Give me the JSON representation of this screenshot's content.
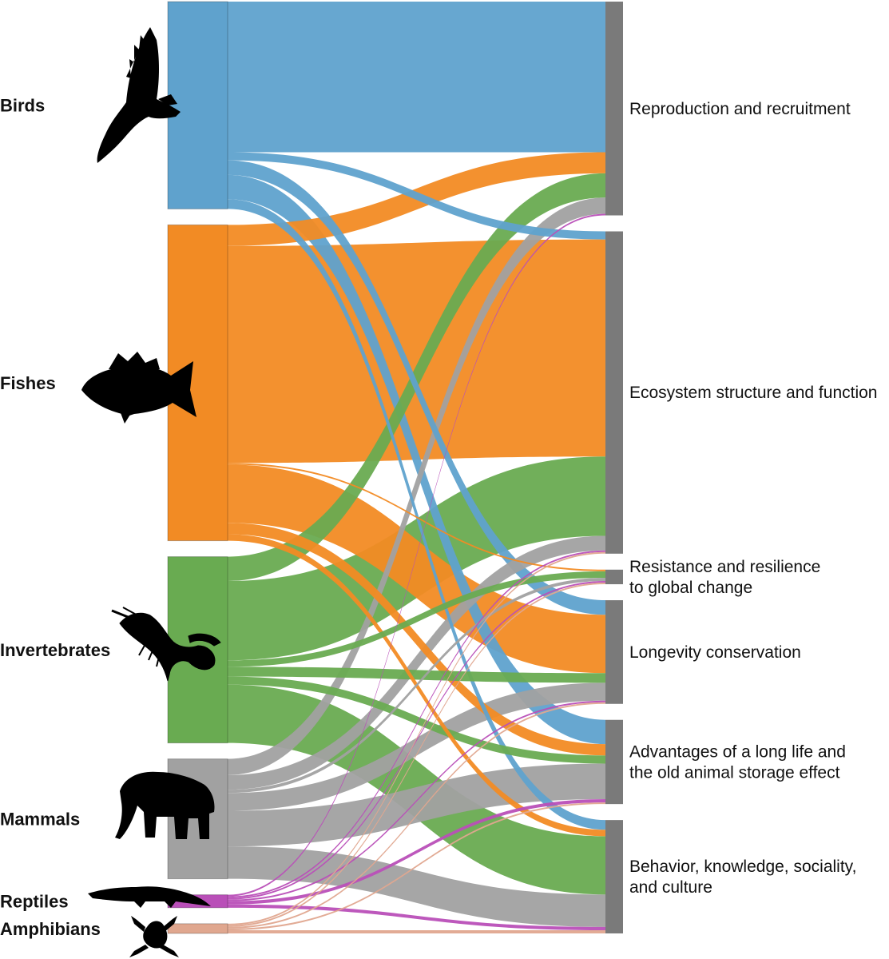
{
  "chart_data": {
    "type": "sankey",
    "sources": [
      {
        "id": "birds",
        "label": "Birds",
        "color": "#5fa2cd",
        "icon": "bird-icon"
      },
      {
        "id": "fishes",
        "label": "Fishes",
        "color": "#f28b24",
        "icon": "fish-icon"
      },
      {
        "id": "invertebrates",
        "label": "Invertebrates",
        "color": "#69ab51",
        "icon": "lobster-icon"
      },
      {
        "id": "mammals",
        "label": "Mammals",
        "color": "#a1a1a1",
        "icon": "elephant-icon"
      },
      {
        "id": "reptiles",
        "label": "Reptiles",
        "color": "#b94fb8",
        "icon": "crocodile-icon"
      },
      {
        "id": "amphibians",
        "label": "Amphibians",
        "color": "#e0a78f",
        "icon": "frog-icon"
      }
    ],
    "targets": [
      {
        "id": "repro",
        "lines": [
          "Reproduction and recruitment"
        ]
      },
      {
        "id": "eco",
        "lines": [
          "Ecosystem structure and function"
        ]
      },
      {
        "id": "resist",
        "lines": [
          "Resistance and resilience",
          "to global change"
        ]
      },
      {
        "id": "longev",
        "lines": [
          "Longevity conservation"
        ]
      },
      {
        "id": "adv",
        "lines": [
          "Advantages of a long life and",
          "the old animal storage effect"
        ]
      },
      {
        "id": "behav",
        "lines": [
          "Behavior, knowledge, sociality,",
          "and culture"
        ]
      }
    ],
    "links": [
      {
        "source": "birds",
        "target": "repro",
        "value": 186
      },
      {
        "source": "birds",
        "target": "eco",
        "value": 10
      },
      {
        "source": "birds",
        "target": "longev",
        "value": 18
      },
      {
        "source": "birds",
        "target": "adv",
        "value": 30
      },
      {
        "source": "birds",
        "target": "behav",
        "value": 12
      },
      {
        "source": "fishes",
        "target": "repro",
        "value": 26
      },
      {
        "source": "fishes",
        "target": "eco",
        "value": 268
      },
      {
        "source": "fishes",
        "target": "resist",
        "value": 2
      },
      {
        "source": "fishes",
        "target": "longev",
        "value": 72
      },
      {
        "source": "fishes",
        "target": "adv",
        "value": 14
      },
      {
        "source": "fishes",
        "target": "behav",
        "value": 8
      },
      {
        "source": "invertebrates",
        "target": "repro",
        "value": 30
      },
      {
        "source": "invertebrates",
        "target": "eco",
        "value": 98
      },
      {
        "source": "invertebrates",
        "target": "resist",
        "value": 8
      },
      {
        "source": "invertebrates",
        "target": "longev",
        "value": 12
      },
      {
        "source": "invertebrates",
        "target": "adv",
        "value": 10
      },
      {
        "source": "invertebrates",
        "target": "behav",
        "value": 72
      },
      {
        "source": "mammals",
        "target": "repro",
        "value": 20
      },
      {
        "source": "mammals",
        "target": "eco",
        "value": 18
      },
      {
        "source": "mammals",
        "target": "resist",
        "value": 4
      },
      {
        "source": "mammals",
        "target": "longev",
        "value": 22
      },
      {
        "source": "mammals",
        "target": "adv",
        "value": 44
      },
      {
        "source": "mammals",
        "target": "behav",
        "value": 40
      },
      {
        "source": "reptiles",
        "target": "repro",
        "value": 2
      },
      {
        "source": "reptiles",
        "target": "eco",
        "value": 2
      },
      {
        "source": "reptiles",
        "target": "resist",
        "value": 2
      },
      {
        "source": "reptiles",
        "target": "longev",
        "value": 2
      },
      {
        "source": "reptiles",
        "target": "adv",
        "value": 4
      },
      {
        "source": "reptiles",
        "target": "behav",
        "value": 4
      },
      {
        "source": "amphibians",
        "target": "eco",
        "value": 2
      },
      {
        "source": "amphibians",
        "target": "resist",
        "value": 2
      },
      {
        "source": "amphibians",
        "target": "longev",
        "value": 2
      },
      {
        "source": "amphibians",
        "target": "adv",
        "value": 2
      },
      {
        "source": "amphibians",
        "target": "behav",
        "value": 4
      }
    ]
  }
}
